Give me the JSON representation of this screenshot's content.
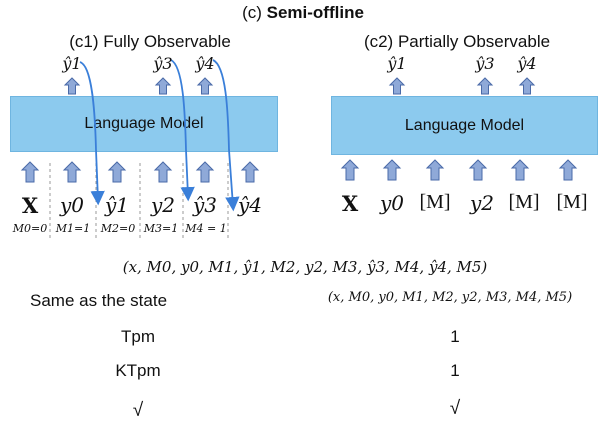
{
  "title_prefix": "(c)",
  "title_bold": "Semi-offline",
  "c1": {
    "title": "(c1) Fully Observable",
    "model": "Language Model",
    "outputs": [
      "ŷ1",
      "ŷ3",
      "ŷ4"
    ],
    "inputs": [
      "X",
      "y0",
      "ŷ1",
      "y2",
      "ŷ3",
      "ŷ4"
    ],
    "masks": [
      "M0=0",
      "M1=1",
      "M2=0",
      "M3=1",
      "M4 = 1"
    ]
  },
  "c2": {
    "title": "(c2) Partially Observable",
    "model": "Language Model",
    "outputs": [
      "ŷ1",
      "ŷ3",
      "ŷ4"
    ],
    "inputs": [
      "X",
      "y0",
      "[M]",
      "y2",
      "[M]",
      "[M]"
    ]
  },
  "sequence_full": "(x, M0, y0, M1, ŷ1, M2, y2, M3, ŷ3, M4, ŷ4, M5)",
  "rows": [
    {
      "left": "Same as the state",
      "right": "(x, M0, y0, M1, M2, y2, M3, M4, M5)"
    },
    {
      "left": "Tpm",
      "right": "1"
    },
    {
      "left": "KTpm",
      "right": "1"
    },
    {
      "left": "√",
      "right": "√"
    }
  ]
}
